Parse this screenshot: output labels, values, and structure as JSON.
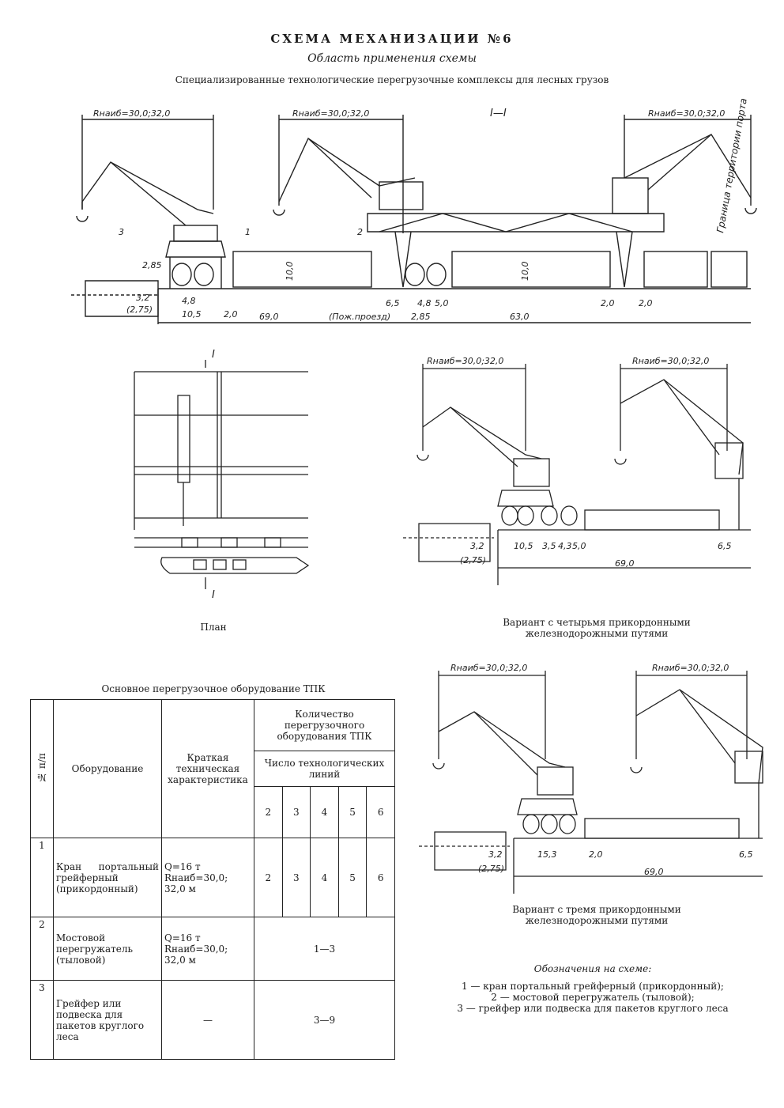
{
  "header": {
    "title": "СХЕМА МЕХАНИЗАЦИИ №6",
    "subtitle": "Область применения схемы",
    "description": "Специализированные технологические перегрузочные комплексы для лесных грузов"
  },
  "section_main": {
    "section_label": "I—I",
    "radius_labels": [
      "Rнаиб=30,0;32,0",
      "Rнаиб=30,0;32,0",
      "Rнаиб=30,0;32,0"
    ],
    "boundary_label": "Граница территории порта",
    "callouts": [
      "1",
      "2",
      "3"
    ],
    "heights": [
      "10,0",
      "10,0",
      "2,85"
    ],
    "dims": [
      "3,2",
      "(2,75)",
      "4,8",
      "10,5",
      "2,0",
      "69,0",
      "(Пож.проезд)",
      "6,5",
      "4,8",
      "5,0",
      "2,85",
      "63,0",
      "2,0",
      "2,0"
    ]
  },
  "plan": {
    "caption": "План",
    "section_mark": "I"
  },
  "variant4": {
    "radius_labels": [
      "Rнаиб=30,0;32,0",
      "Rнаиб=30,0;32,0"
    ],
    "dims": [
      "3,2",
      "(2,75)",
      "10,5",
      "3,5",
      "4,3",
      "5,0",
      "69,0",
      "6,5"
    ],
    "caption_line1": "Вариант с четырьмя прикордонными",
    "caption_line2": "железнодорожными путями"
  },
  "variant3": {
    "radius_labels": [
      "Rнаиб=30,0;32,0",
      "Rнаиб=30,0;32,0"
    ],
    "dims": [
      "3,2",
      "(2,75)",
      "15,3",
      "2,0",
      "69,0",
      "6,5"
    ],
    "caption_line1": "Вариант с тремя прикордонными",
    "caption_line2": "железнодорожными путями"
  },
  "equipment_table": {
    "caption": "Основное перегрузочное оборудование ТПК",
    "col_no": "№ п/п",
    "col_equipment": "Оборудование",
    "col_spec": "Краткая техническая характеристика",
    "col_qty": "Количество перегрузочного оборудования ТПК",
    "col_lines": "Число технологических линий",
    "line_numbers": [
      "2",
      "3",
      "4",
      "5",
      "6"
    ],
    "rows": [
      {
        "no": "1",
        "name": "Кран портальный грейферный (прикордонный)",
        "spec": "Q=16 т Rнаиб=30,0; 32,0 м",
        "values": [
          "2",
          "3",
          "4",
          "5",
          "6"
        ]
      },
      {
        "no": "2",
        "name": "Мостовой перегружатель (тыловой)",
        "spec": "Q=16 т Rнаиб=30,0; 32,0 м",
        "merged": "1—3"
      },
      {
        "no": "3",
        "name": "Грейфер или подвеска для пакетов круглого леса",
        "spec": "—",
        "merged": "3—9"
      }
    ]
  },
  "legend": {
    "title": "Обозначения на схеме:",
    "items": [
      "1 — кран портальный грейферный (прикордонный);",
      "2 — мостовой перегружатель (тыловой);",
      "3 — грейфер или подвеска для пакетов круглого леса"
    ]
  }
}
